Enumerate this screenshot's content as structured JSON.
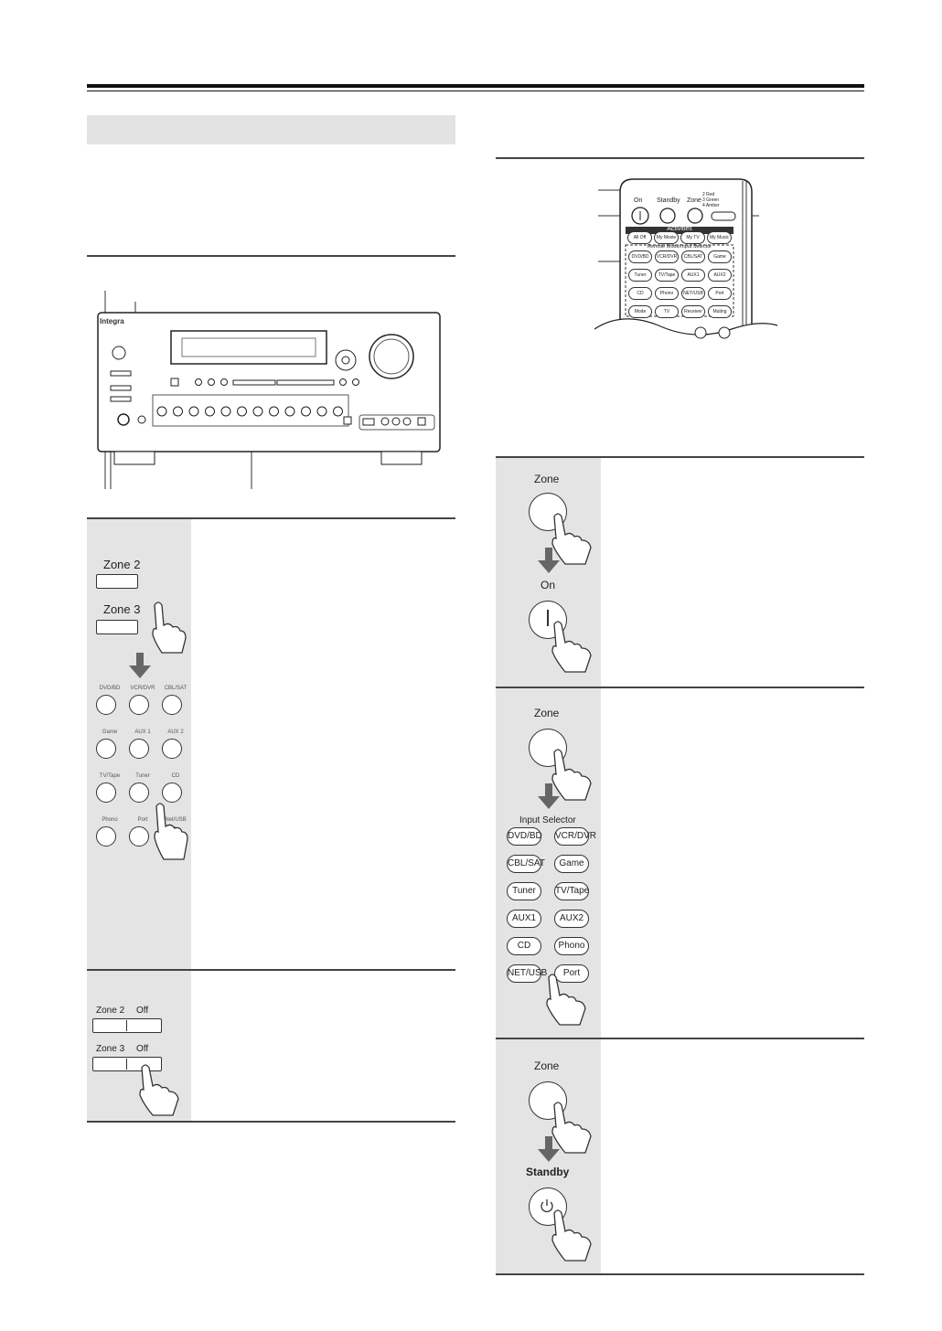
{
  "front_panel": {
    "brand": "Integra",
    "small_buttons": [
      "DVD/BD",
      "VCR/DVR",
      "CBL/SAT",
      "Game",
      "AUX1",
      "AUX2",
      "TV/Tape",
      "Tuner",
      "CD",
      "Phono",
      "Port",
      "NET/USB"
    ]
  },
  "front_steps": {
    "zone2_label": "Zone 2",
    "zone3_label": "Zone 3",
    "selector_buttons": [
      [
        "DVD/BD",
        "VCR/DVR",
        "CBL/SAT"
      ],
      [
        "Game",
        "AUX 1",
        "AUX 2"
      ],
      [
        "TV/Tape",
        "Tuner",
        "CD"
      ],
      [
        "Phono",
        "Port",
        "Net/USB"
      ]
    ],
    "off_zone2": "Zone 2",
    "off_zone3": "Zone 3",
    "off_label": "Off"
  },
  "remote": {
    "on": "On",
    "standby": "Standby",
    "zone": "Zone",
    "zone_legend": [
      "2  Red",
      "3  Green",
      "4  Amber"
    ],
    "activities": "Activities",
    "activity_buttons": [
      "All Off",
      "My Movie",
      "My TV",
      "My Music"
    ],
    "mode_header": "Remote Mode/Input Selector",
    "input_buttons": [
      [
        "DVD/BD",
        "VCR/DVR",
        "CBL/SAT",
        "Game"
      ],
      [
        "Tuner",
        "TV/Tape",
        "AUX1",
        "AUX2"
      ],
      [
        "CD",
        "Phono",
        "NET/USB",
        "Port"
      ],
      [
        "Mode",
        "TV",
        "Receiver",
        "Muting"
      ]
    ]
  },
  "remote_steps": {
    "step1_zone": "Zone",
    "step1_on": "On",
    "step2_zone": "Zone",
    "step2_selector_title": "Input Selector",
    "step2_buttons": [
      [
        "DVD/BD",
        "VCR/DVR"
      ],
      [
        "CBL/SAT",
        "Game"
      ],
      [
        "Tuner",
        "TV/Tape"
      ],
      [
        "AUX1",
        "AUX2"
      ],
      [
        "CD",
        "Phono"
      ],
      [
        "NET/USB",
        "Port"
      ]
    ],
    "step3_zone": "Zone",
    "step3_standby": "Standby"
  }
}
